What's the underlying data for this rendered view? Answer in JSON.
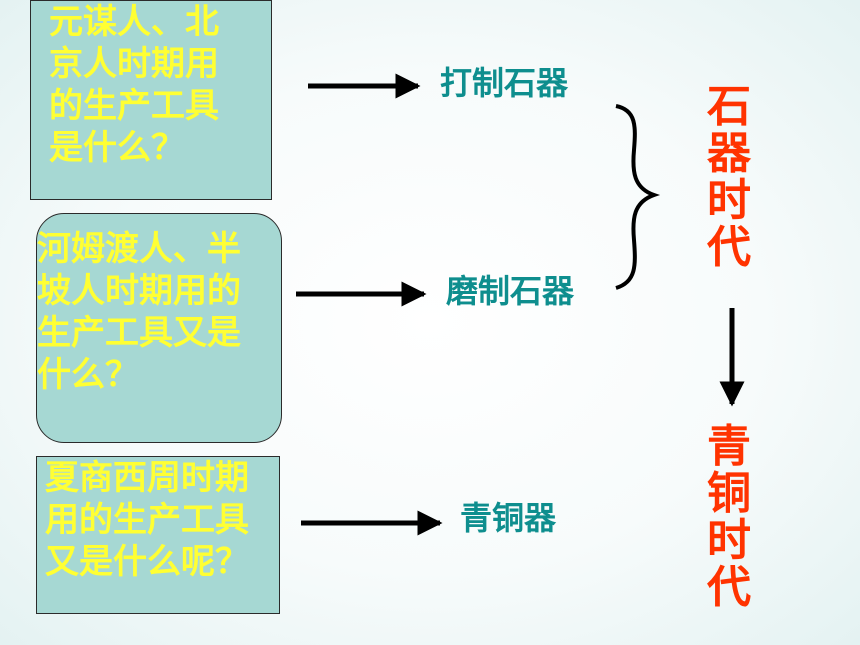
{
  "questions": {
    "q1": [
      "元谋人、北",
      "京人时期用",
      "的生产工具",
      "是什么？"
    ],
    "q2": [
      "河姆渡人、半",
      "坡人时期用的",
      "生产工具又是",
      "什么？"
    ],
    "q3": [
      "夏商西周时期",
      "用的生产工具",
      "又是什么呢？"
    ]
  },
  "answers": {
    "a1": "打制石器",
    "a2": "磨制石器",
    "a3": "青铜器"
  },
  "eras": {
    "stone_age": [
      "石",
      "器",
      "时",
      "代"
    ],
    "bronze_age": [
      "青",
      "铜",
      "时",
      "代"
    ]
  },
  "colors": {
    "question_text": "#ffff33",
    "question_fill": "#a6d8d3",
    "answer_text": "#0e8e8e",
    "era_text": "#ff3300",
    "arrow": "#000000"
  }
}
